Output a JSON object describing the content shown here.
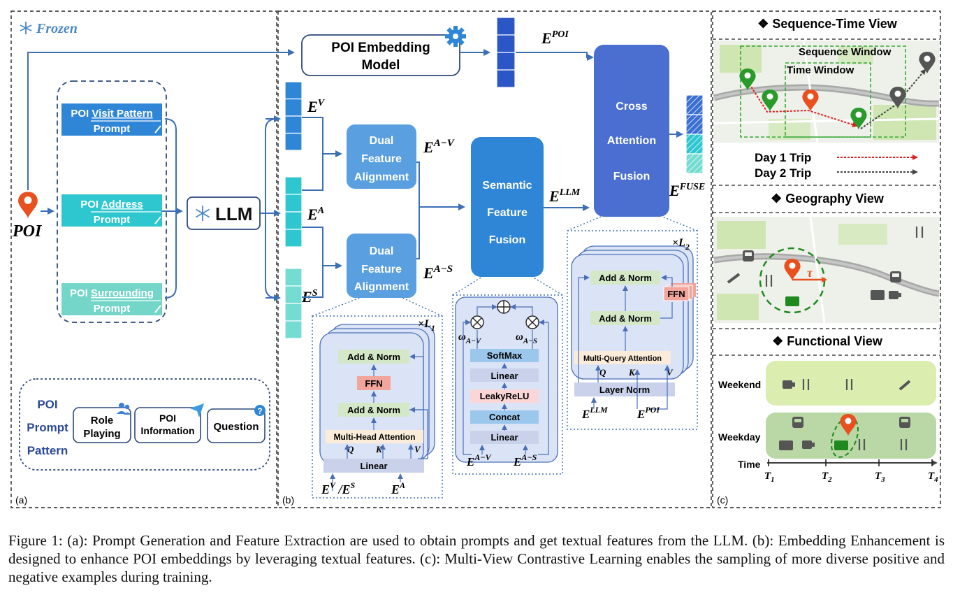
{
  "panel_a": {
    "frozen_label": "Frozen",
    "poi_label": "POI",
    "llm_label": "LLM",
    "prompts": [
      {
        "prefix": "POI ",
        "underlined": "Visit Pattern",
        "suffix": "Prompt",
        "color": "#2f86d6"
      },
      {
        "prefix": "POI ",
        "underlined": "Address",
        "suffix": "Prompt",
        "color": "#2ec7cf"
      },
      {
        "prefix": "POI ",
        "underlined": "Surrounding",
        "suffix": "Prompt",
        "color": "#73d6c8"
      }
    ],
    "pattern": {
      "title_lines": [
        "POI",
        "Prompt",
        "Pattern"
      ],
      "boxes": [
        [
          "Role",
          "Playing"
        ],
        [
          "POI",
          "Information"
        ],
        [
          "Question"
        ]
      ]
    },
    "corner": "(a)"
  },
  "panel_b": {
    "poi_model": [
      "POI Embedding",
      "Model"
    ],
    "dual_alignment": [
      "Dual",
      "Feature",
      "Alignment"
    ],
    "semantic_fusion": [
      "Semantic",
      "Feature",
      "Fusion"
    ],
    "cross_fusion": [
      "Cross",
      "Attention",
      "Fusion"
    ],
    "labels": {
      "e_poi": {
        "base": "E",
        "sup": "POI"
      },
      "e_v": {
        "base": "E",
        "sup": "V"
      },
      "e_a": {
        "base": "E",
        "sup": "A"
      },
      "e_s": {
        "base": "E",
        "sup": "S"
      },
      "e_av": {
        "base": "E",
        "sup": "A−V"
      },
      "e_as": {
        "base": "E",
        "sup": "A−S"
      },
      "e_llm": {
        "base": "E",
        "sup": "LLM"
      },
      "e_fuse": {
        "base": "E",
        "sup": "FUSE"
      }
    },
    "block1": {
      "add_norm": "Add & Norm",
      "ffn": "FFN",
      "attention": "Multi-Head Attention",
      "linear": "Linear",
      "q": "Q",
      "k": "K",
      "v": "V",
      "repeat": {
        "times": "×",
        "base": "L",
        "sub": "1"
      },
      "input_left": {
        "a": "V",
        "b": "S"
      },
      "input_right": "A"
    },
    "block2": {
      "softmax": "SoftMax",
      "linear": "Linear",
      "leaky": "LeakyReLU",
      "concat": "Concat",
      "w_av": {
        "base": "ω",
        "sub": "A−V"
      },
      "w_as": {
        "base": "ω",
        "sub": "A−S"
      },
      "in_av": "A−V",
      "in_as": "A−S"
    },
    "block3": {
      "add_norm": "Add & Norm",
      "ffn": "FFN",
      "attention": "Multi-Query Attention",
      "layer_norm": "Layer Norm",
      "q": "Q",
      "k": "K",
      "v": "V",
      "repeat": {
        "times": "×",
        "base": "L",
        "sub": "2"
      },
      "in_llm": "LLM",
      "in_poi": "POI"
    },
    "corner": "(b)"
  },
  "panel_c": {
    "seq_view": {
      "title": "Sequence-Time View",
      "seq_window": "Sequence Window",
      "time_window": "Time Window",
      "day1": "Day 1 Trip",
      "day2": "Day 2 Trip",
      "day1_color": "#e02020",
      "day2_color": "#444444"
    },
    "geo_view": {
      "title": "Geography View",
      "tau": "τ"
    },
    "func_view": {
      "title": "Functional View",
      "weekend": "Weekend",
      "weekday": "Weekday",
      "time": "Time",
      "ticks": [
        {
          "b": "T",
          "s": "1"
        },
        {
          "b": "T",
          "s": "2"
        },
        {
          "b": "T",
          "s": "3"
        },
        {
          "b": "T",
          "s": "4"
        }
      ]
    },
    "corner": "(c)"
  },
  "caption": "Figure 1: (a): Prompt Generation and Feature Extraction are used to obtain prompts and get textual features from the LLM. (b): Embedding Enhancement is designed to enhance POI embeddings by leveraging textual features. (c): Multi-View Contrastive Learning enables the sampling of more diverse positive and negative examples during training."
}
